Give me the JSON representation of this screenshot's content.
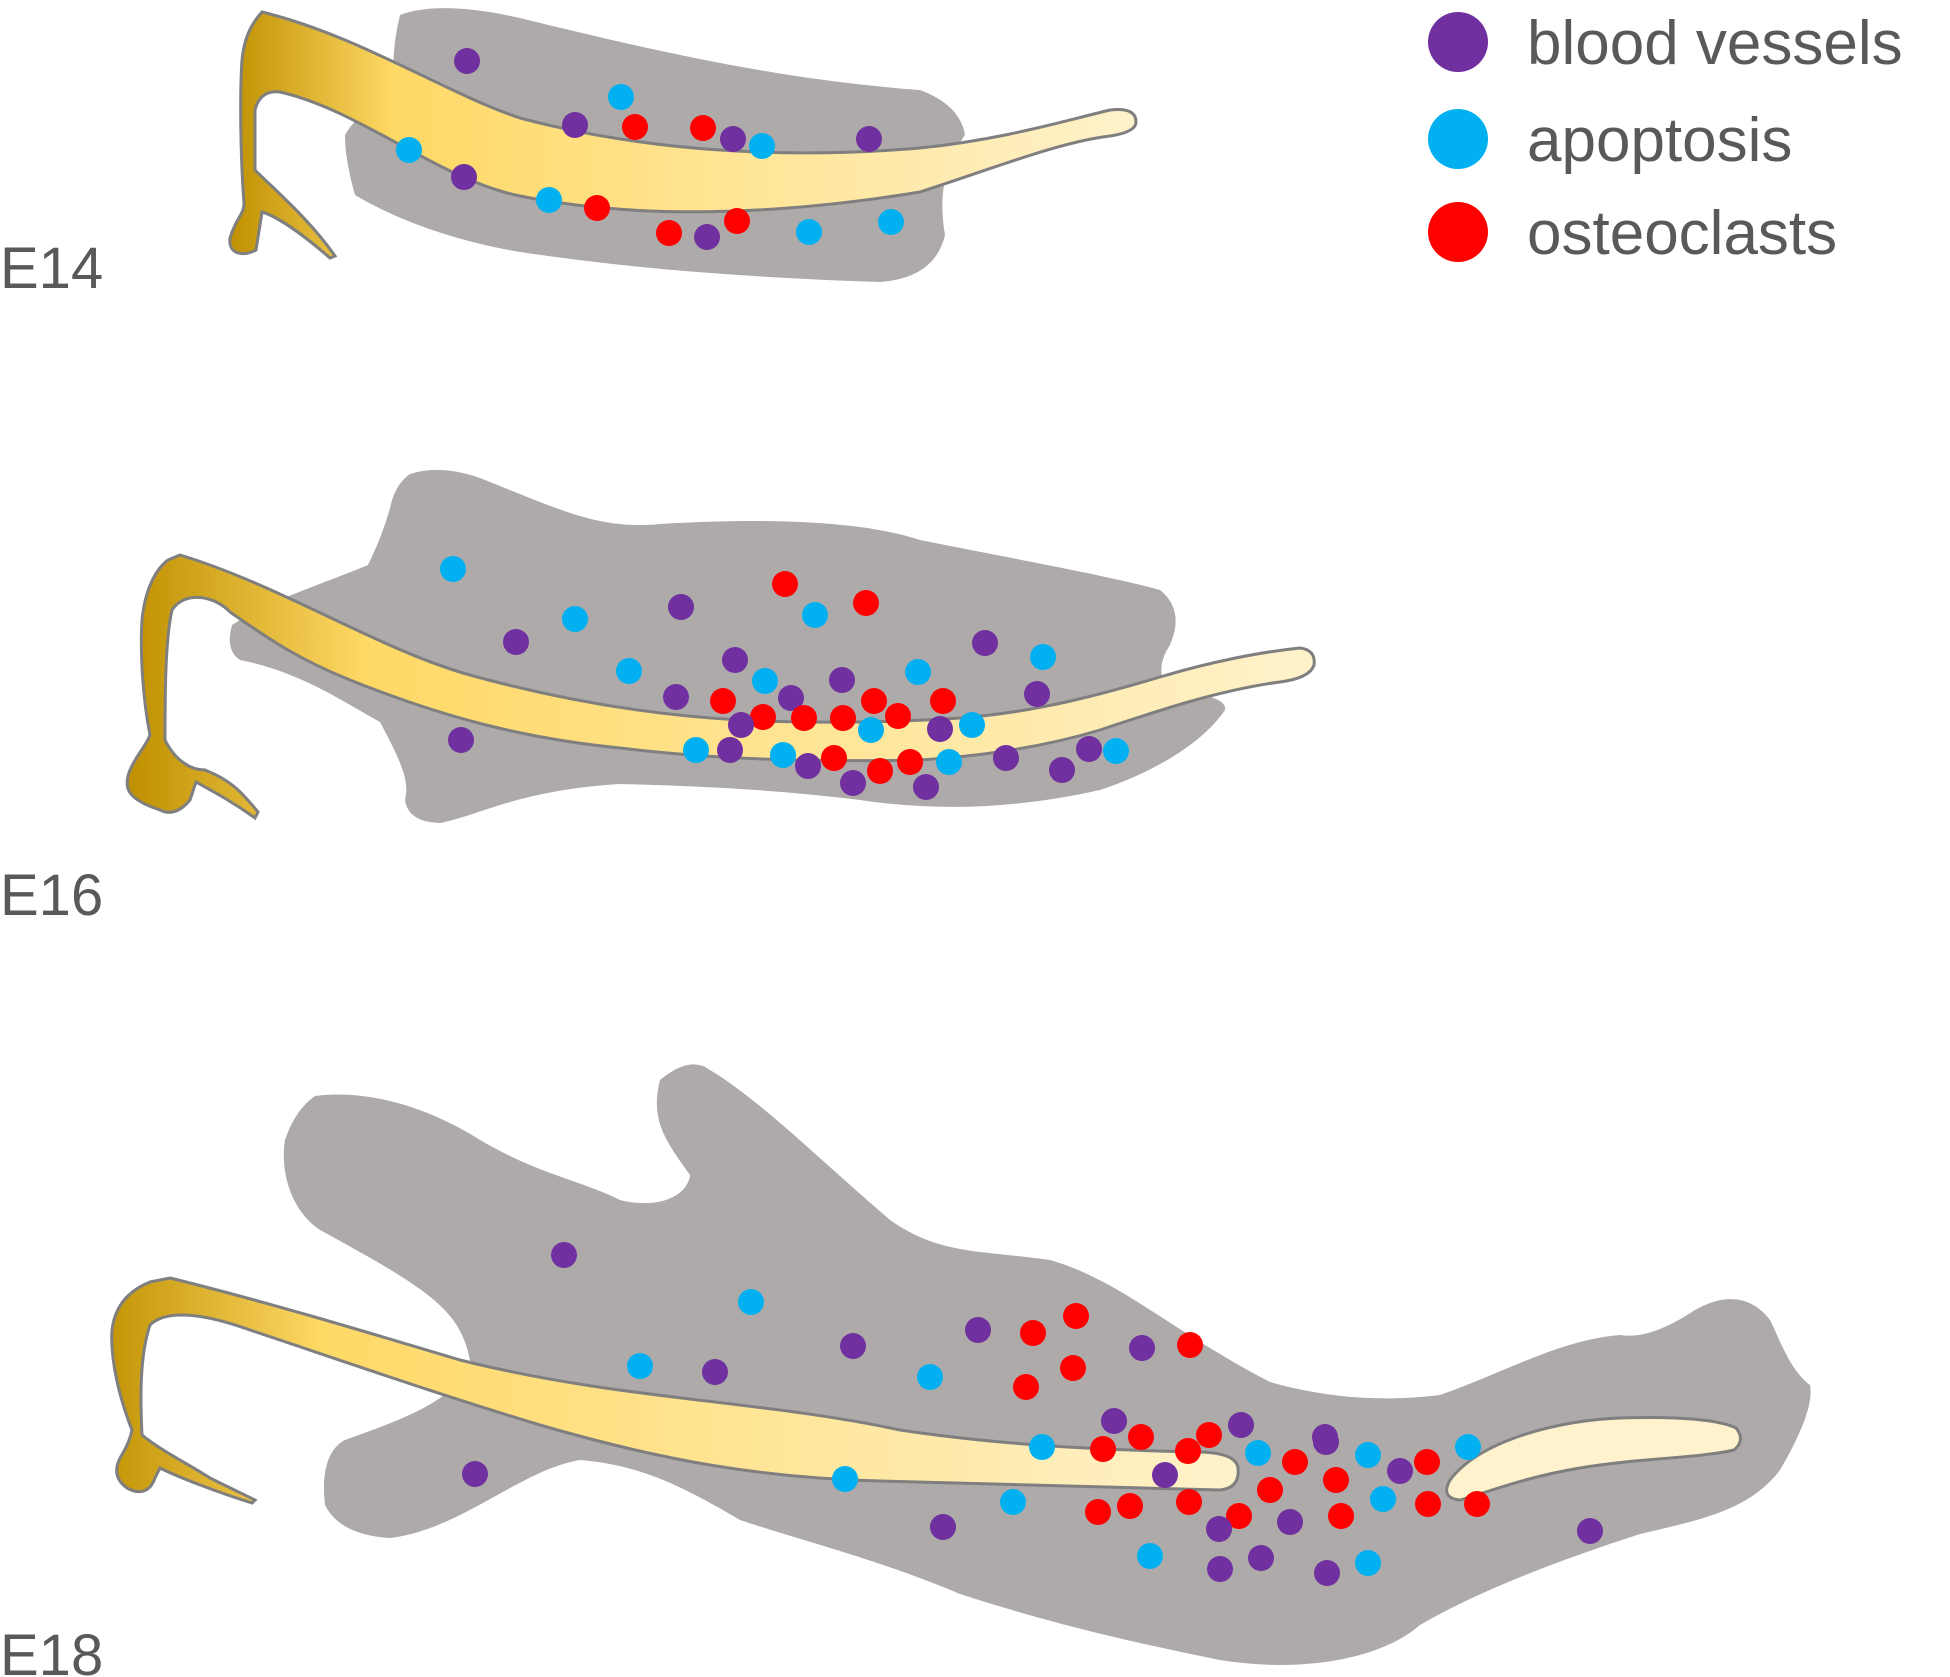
{
  "legend": {
    "items": [
      {
        "label": "blood vessels",
        "color": "#7030A0"
      },
      {
        "label": "apoptosis",
        "color": "#00B0F0"
      },
      {
        "label": "osteoclasts",
        "color": "#FF0000"
      }
    ]
  },
  "colors": {
    "tissue": "#AFAAAA",
    "cartilage_dark": "#BF9000",
    "cartilage_mid": "#FFD966",
    "cartilage_light": "#FFF2CC",
    "outline": "#7F7F7F"
  },
  "stages": [
    {
      "label": "E14"
    },
    {
      "label": "E16"
    },
    {
      "label": "E18"
    }
  ]
}
